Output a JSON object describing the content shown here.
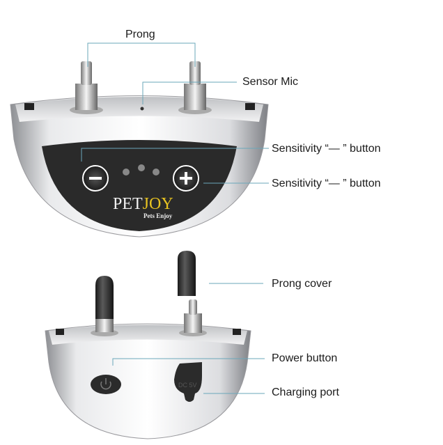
{
  "labels": {
    "prong": "Prong",
    "sensor_mic": "Sensor Mic",
    "sensitivity_minus": "Sensitivity “— ” button",
    "sensitivity_plus": "Sensitivity “— ” button",
    "prong_cover": "Prong cover",
    "power_button": "Power button",
    "charging_port": "Charging port"
  },
  "device": {
    "brand": "PETJOY",
    "tagline": "Pets Enjoy",
    "port_text": "DC 5V"
  },
  "colors": {
    "callout": "#6aa7ba",
    "panel": "#2a2a2a",
    "brand": "#e8c320"
  }
}
